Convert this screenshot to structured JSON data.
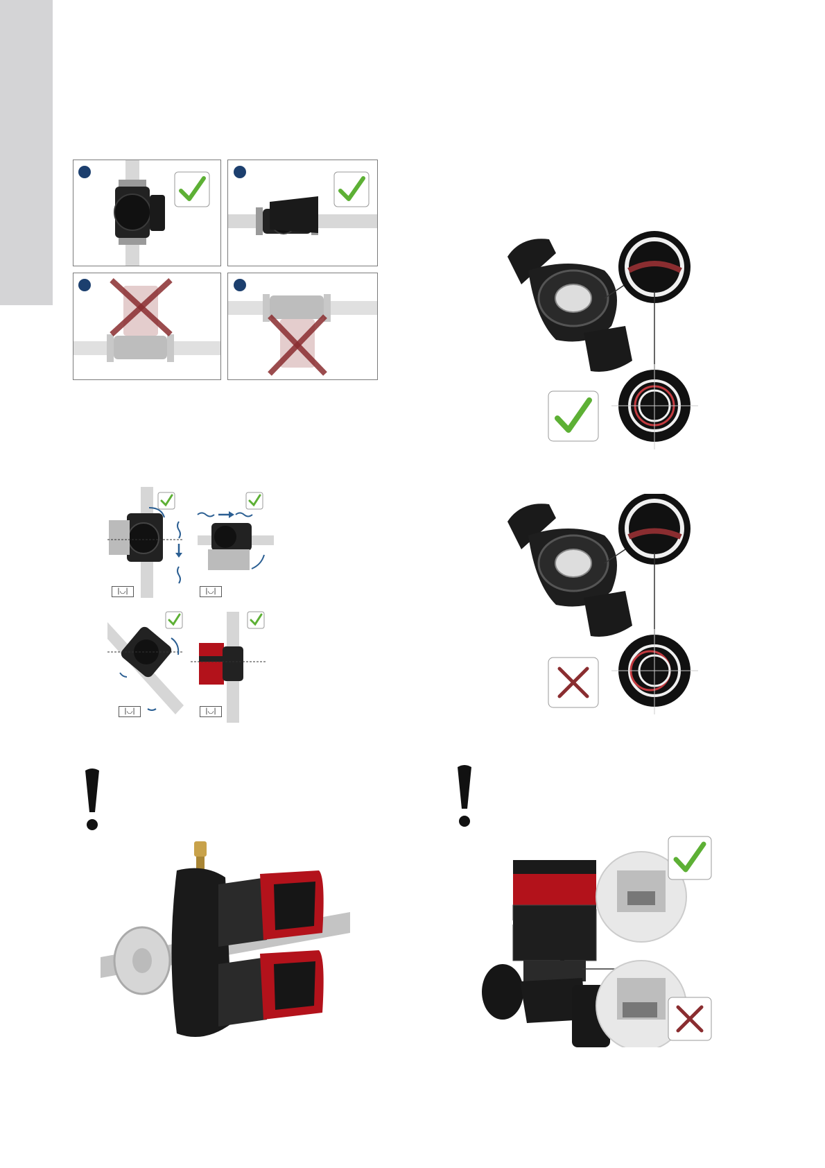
{
  "page": {
    "sidebar_tab": "",
    "colors": {
      "panel_border": "#7a7a7a",
      "badge": "#1c3f6e",
      "check": "#5db035",
      "cross": "#8a2d30",
      "pump_red": "#b3121b",
      "pump_black": "#1a1a1a",
      "pipe": "#d2d2d2",
      "arrow": "#2a5e92"
    }
  },
  "figures": {
    "mounting_positions": {
      "panels": [
        {
          "badge": "",
          "verdict": "correct",
          "icon": "check-icon"
        },
        {
          "badge": "",
          "verdict": "correct",
          "icon": "check-icon"
        },
        {
          "badge": "",
          "verdict": "incorrect",
          "icon": "cross-icon"
        },
        {
          "badge": "",
          "verdict": "incorrect",
          "icon": "cross-icon"
        }
      ]
    },
    "installation_angles": {
      "items": [
        {
          "verdict": "correct",
          "icon": "check-icon",
          "level_label": "|◡|"
        },
        {
          "verdict": "correct",
          "icon": "check-icon",
          "level_label": "|◡|"
        },
        {
          "verdict": "correct",
          "icon": "check-icon",
          "level_label": "|◡|"
        },
        {
          "verdict": "correct",
          "icon": "check-icon",
          "level_label": "|◡|"
        }
      ]
    },
    "gasket_centered": {
      "verdict": "correct",
      "icon": "check-icon"
    },
    "gasket_offset": {
      "verdict": "incorrect",
      "icon": "cross-icon"
    },
    "twin_pump": {
      "caution_icon": "exclamation-icon"
    },
    "motor_seal": {
      "caution_icon": "exclamation-icon",
      "upper_verdict": "correct",
      "lower_verdict": "incorrect"
    }
  }
}
